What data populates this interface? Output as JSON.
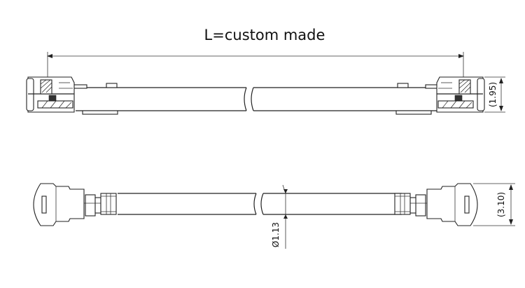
{
  "drawing": {
    "length_label": "L=custom made",
    "side_view_height_label": "(1.95)",
    "top_view_width_label": "(3.10)",
    "cable_diameter_label": "Ø1.13"
  }
}
